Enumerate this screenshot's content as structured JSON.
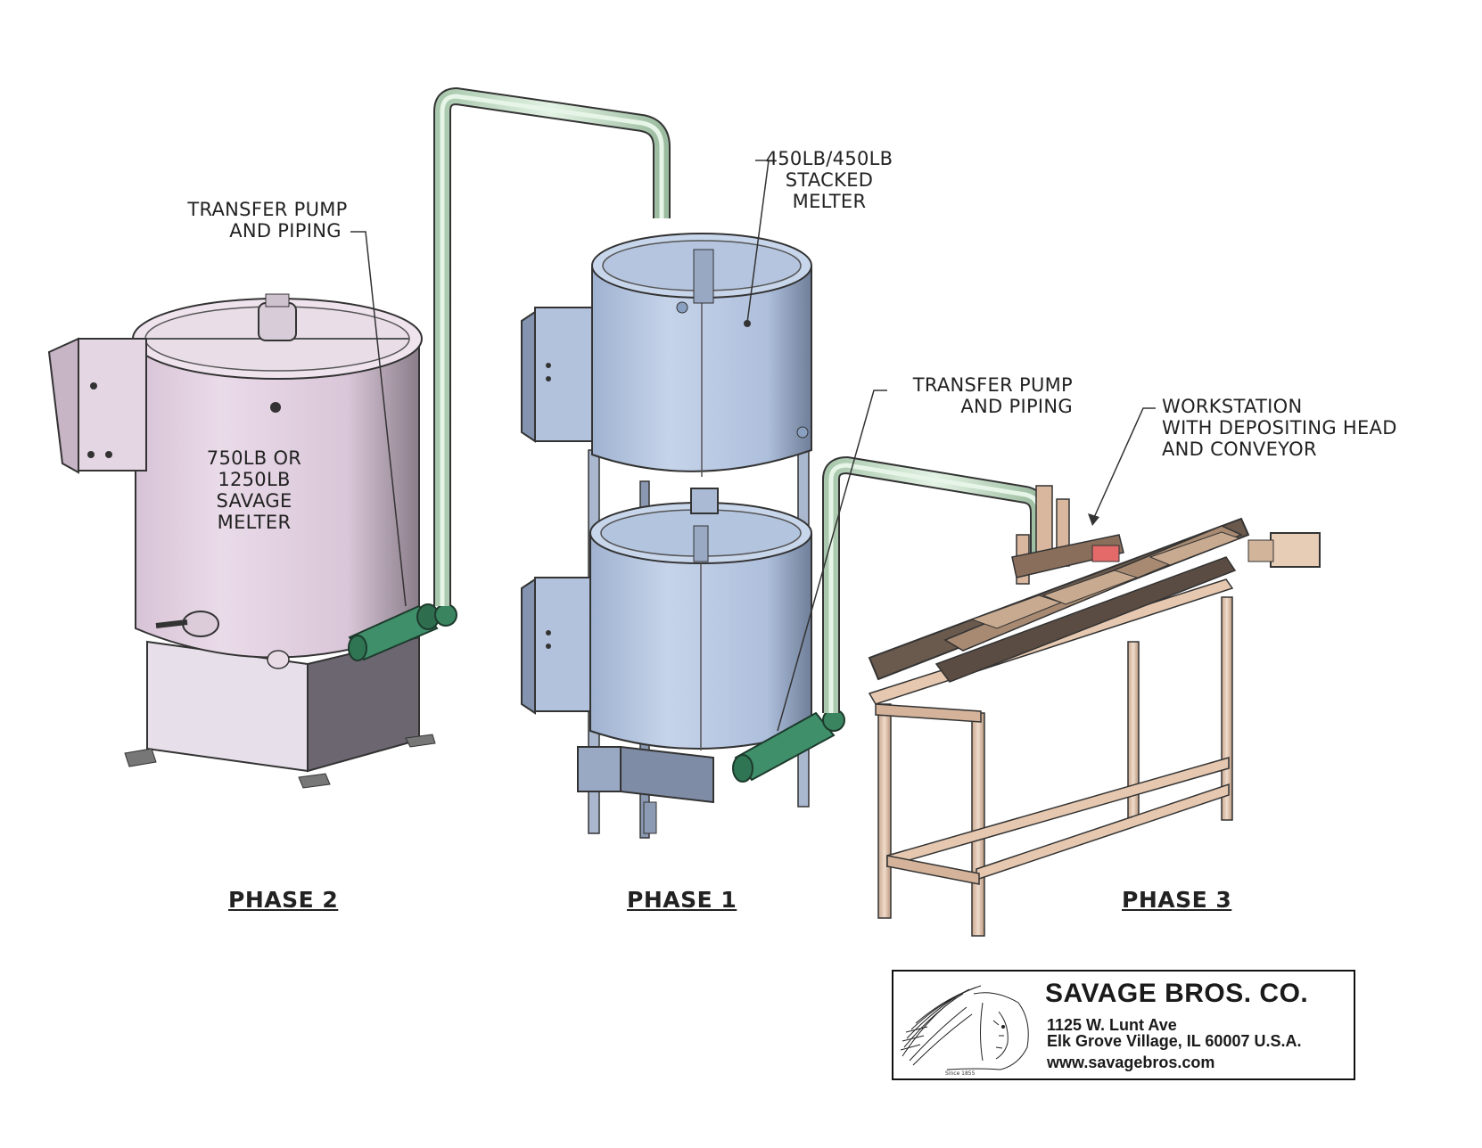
{
  "labels": {
    "transfer_pump_left": [
      "TRANSFER PUMP",
      "AND PIPING"
    ],
    "stacked_melter": [
      "450LB/450LB",
      "STACKED",
      "MELTER"
    ],
    "transfer_pump_right": [
      "TRANSFER PUMP",
      "AND PIPING"
    ],
    "workstation": [
      "WORKSTATION",
      "WITH DEPOSITING HEAD",
      "AND CONVEYOR"
    ],
    "savage_melter": [
      "750LB OR",
      "1250LB",
      "SAVAGE",
      "MELTER"
    ]
  },
  "phases": {
    "phase2": "PHASE 2",
    "phase1": "PHASE 1",
    "phase3": "PHASE 3"
  },
  "company": {
    "name": "SAVAGE BROS. CO.",
    "address1": "1125 W. Lunt Ave",
    "address2": "Elk Grove Village, IL  60007 U.S.A.",
    "website": "www.savagebros.com",
    "since": "Since 1855"
  },
  "colors": {
    "melter_large": "#e8d8e6",
    "melter_stacked": "#b8c8e2",
    "piping": "#cfe6d2",
    "pump": "#3f8f6a",
    "workstation_frame": "#e6c8b0",
    "base": "#e4dce8"
  }
}
